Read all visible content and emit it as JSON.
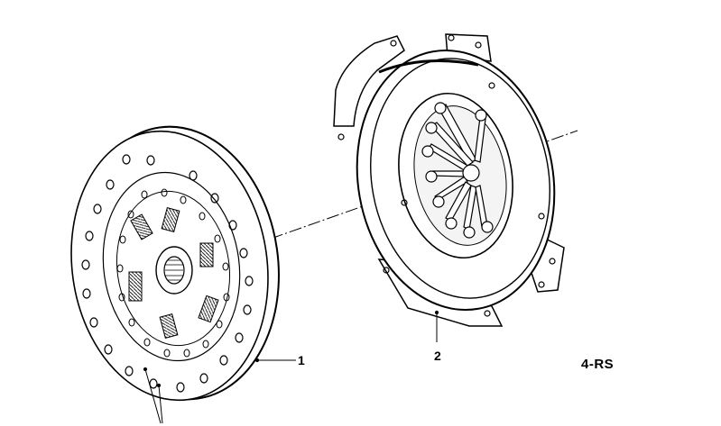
{
  "callouts": {
    "part_1": "1",
    "part_2": "2"
  },
  "reference_code": "4-RS",
  "colors": {
    "line": "#000000",
    "background": "#ffffff",
    "hatch": "#1a1a1a"
  }
}
